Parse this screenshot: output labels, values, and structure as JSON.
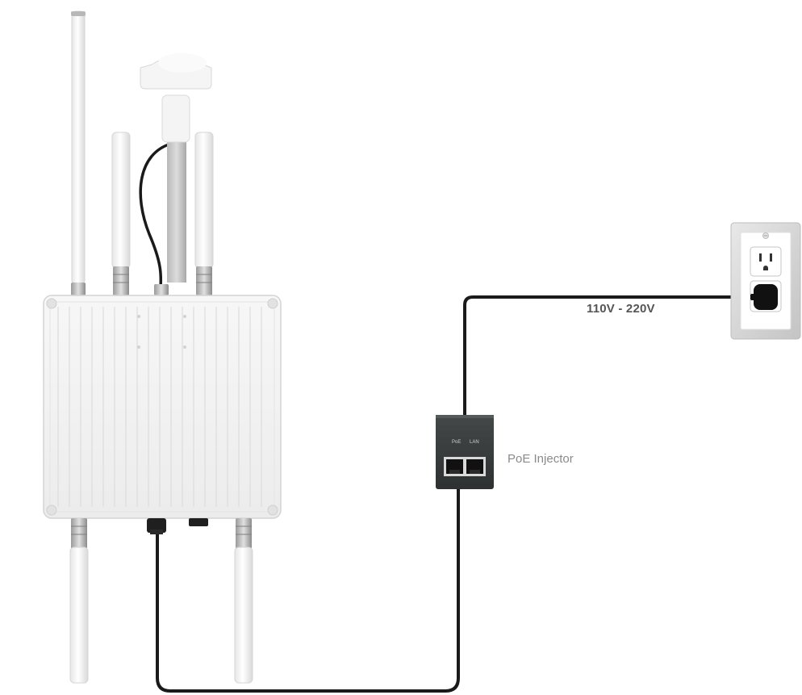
{
  "labels": {
    "voltage": "110V - 220V",
    "injector": "PoE Injector",
    "poe_port": "PoE",
    "lan_port": "LAN"
  },
  "colors": {
    "cable": "#1a1a1a",
    "device_body": "#f2f2f2",
    "device_stroke": "#d4d4d4",
    "injector_body": "#3a3d3d",
    "outlet_frame": "#cfcfcf",
    "label_text": "#555555",
    "muted_text": "#8a8a8a"
  },
  "icons": {
    "device": "outdoor-access-point-icon",
    "injector": "poe-injector-icon",
    "outlet": "wall-outlet-icon",
    "plug": "power-plug-icon"
  }
}
